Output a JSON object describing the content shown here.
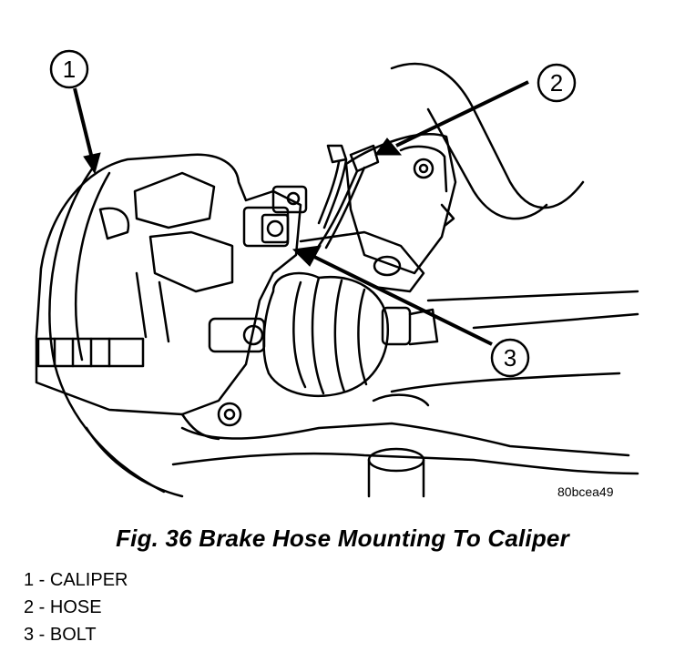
{
  "figure": {
    "caption": "Fig. 36 Brake Hose Mounting To Caliper",
    "image_code": "80bcea49",
    "callouts": [
      {
        "number": "1",
        "target": "caliper"
      },
      {
        "number": "2",
        "target": "hose"
      },
      {
        "number": "3",
        "target": "bolt"
      }
    ],
    "legend": [
      {
        "text": "1 - CALIPER"
      },
      {
        "text": "2 - HOSE"
      },
      {
        "text": "3 - BOLT"
      }
    ]
  }
}
